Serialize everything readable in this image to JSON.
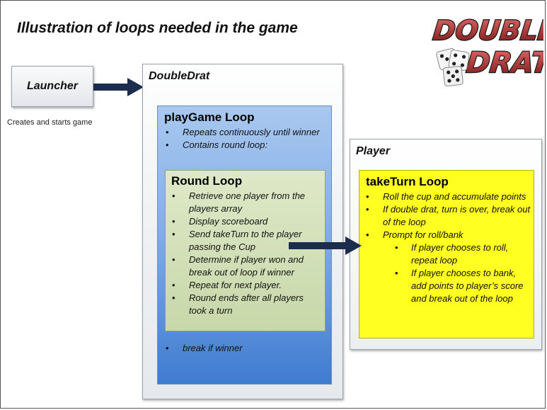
{
  "title": "Illustration of loops needed in the game",
  "logo": {
    "line1": "DOUBLE",
    "line2": "DRAT!"
  },
  "launcher": {
    "label": "Launcher",
    "caption": "Creates and starts game"
  },
  "doubledrat": {
    "label": "DoubleDrat",
    "playgame": {
      "heading": "playGame Loop",
      "items": [
        "Repeats  continuously until winner",
        "Contains round loop:"
      ],
      "footer": "break if winner"
    },
    "round": {
      "heading": "Round Loop",
      "items": [
        "Retrieve one player from the players array",
        "Display scoreboard",
        "Send takeTurn to the player passing the Cup",
        "Determine if player won and break out of loop if winner",
        "Repeat for next player.",
        "Round ends after all players took a turn"
      ]
    }
  },
  "player": {
    "label": "Player",
    "taketurn": {
      "heading": "takeTurn Loop",
      "items": [
        "Roll the cup and accumulate points",
        "If double drat, turn is over, break out of the loop",
        "Prompt for roll/bank"
      ],
      "subitems": [
        "If player chooses to roll, repeat loop",
        "If player chooses to bank, add points to player’s score and break out of the loop"
      ]
    }
  }
}
